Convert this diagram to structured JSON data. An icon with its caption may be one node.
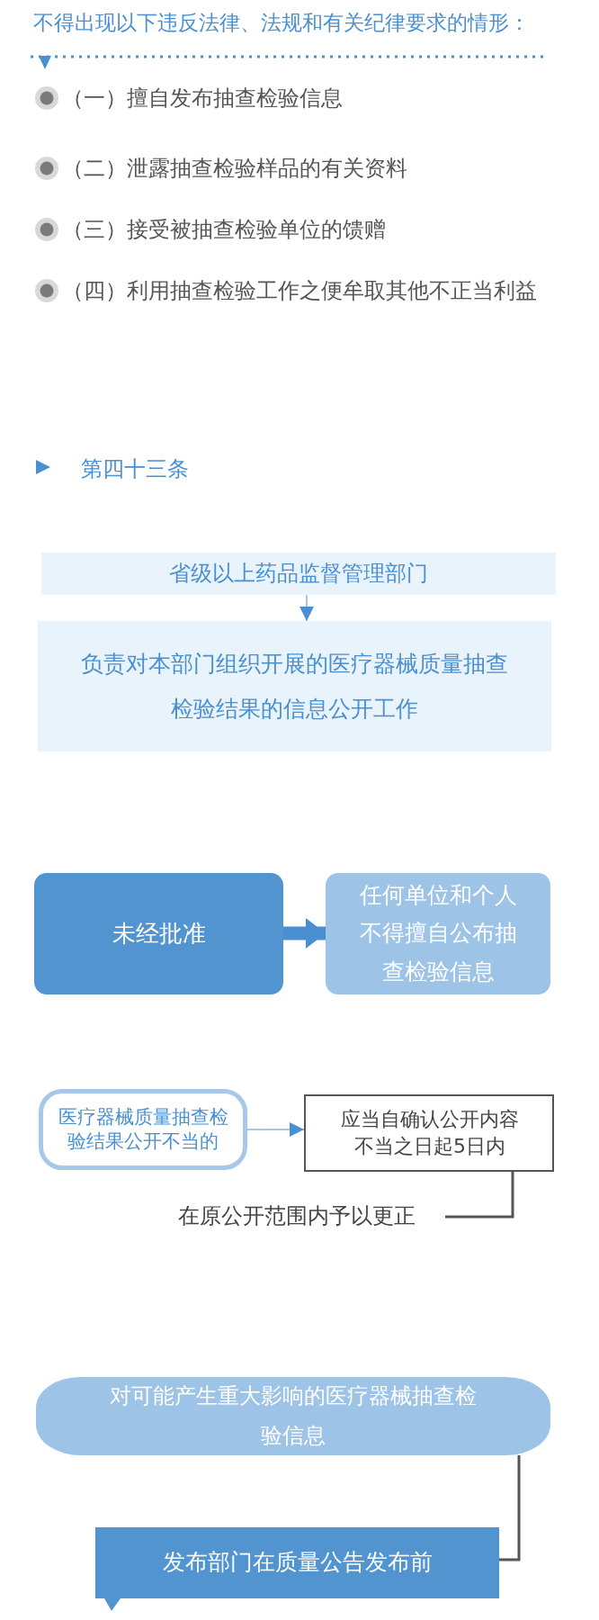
{
  "diagram": {
    "title": "不得出现以下违反法律、法规和有关纪律要求的情形：",
    "nodes": [
      {
        "text": [
          "省级以上药品监督管理部门"
        ]
      },
      {
        "text": [
          "负责对本部门组织开展的医疗器械质量抽查检验结果的信息公开工作"
        ]
      },
      {
        "text": [
          "未经批准"
        ]
      },
      {
        "text": [
          "任何单位和个人不得擅自公布抽查检验信息"
        ]
      },
      {
        "text": [
          "医疗器械质量抽查检验结果公开不当的"
        ]
      },
      {
        "text": [
          "应当自确认公开内容不当之日起5日内"
        ]
      },
      {
        "text": [
          "在原公开范围内予以更正"
        ]
      },
      {
        "text": [
          "对可能产生重大影响的医疗器械抽查检验信息"
        ]
      },
      {
        "text": [
          "发布部门在质量公告发布前"
        ]
      }
    ],
    "edges": [
      {
        "from": 0,
        "to": 1,
        "arrow": "to"
      },
      {
        "from": 2,
        "to": 3,
        "arrow": "to",
        "style": "thick"
      },
      {
        "from": 4,
        "to": 5,
        "arrow": "to"
      },
      {
        "from": 5,
        "to": 6,
        "arrow": "none",
        "color": "#555555"
      },
      {
        "from": 7,
        "to": 8,
        "arrow": "none",
        "color": "#555555"
      }
    ],
    "labels": [
      "（一）擅自发布抽查检验信息",
      "（二）泄露抽查检验样品的有关资料",
      "（三）接受被抽查检验单位的馈赠",
      "（四）利用抽查检验工作之便牟取其他不正当利益",
      "第四十三条"
    ]
  }
}
